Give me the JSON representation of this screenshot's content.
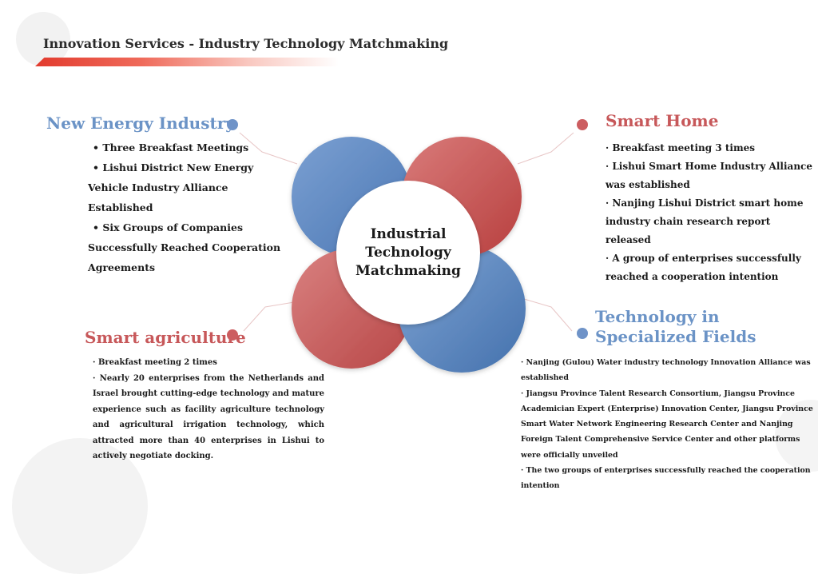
{
  "header": {
    "title": "Innovation Services - Industry Technology Matchmaking"
  },
  "center": {
    "lines": [
      "Industrial",
      "Technology",
      "Matchmaking"
    ]
  },
  "colors": {
    "blue": "#6f93c8",
    "red": "#cc5d60",
    "accent_bar": "#e23b2e"
  },
  "sections": {
    "new_energy": {
      "title": "New Energy Industry",
      "items": [
        "Three Breakfast Meetings",
        "Lishui District New Energy Vehicle Industry Alliance Established",
        "Six Groups of Companies Successfully Reached Cooperation Agreements"
      ]
    },
    "smart_home": {
      "title": "Smart Home",
      "items": [
        "· Breakfast meeting 3 times",
        "· Lishui Smart Home Industry Alliance was established",
        "· Nanjing Lishui District smart home industry chain research report released",
        "· A group of enterprises successfully reached a cooperation intention"
      ]
    },
    "smart_agriculture": {
      "title": "Smart agriculture",
      "items": [
        "· Breakfast meeting 2 times",
        "· Nearly 20 enterprises from the Netherlands and Israel brought cutting-edge technology and mature experience such as facility agriculture technology and agricultural irrigation technology, which attracted more than 40 enterprises in Lishui to actively negotiate docking."
      ]
    },
    "specialized_fields": {
      "title_lines": [
        "Technology in",
        "Specialized Fields"
      ],
      "items": [
        "· Nanjing (Gulou) Water industry technology Innovation Alliance was established",
        "· Jiangsu Province Talent Research Consortium, Jiangsu Province Academician Expert (Enterprise) Innovation Center, Jiangsu Province Smart Water Network Engineering Research Center and Nanjing Foreign Talent Comprehensive Service Center and other platforms were officially unveiled",
        "· The two groups of enterprises successfully reached the cooperation intention"
      ]
    }
  }
}
